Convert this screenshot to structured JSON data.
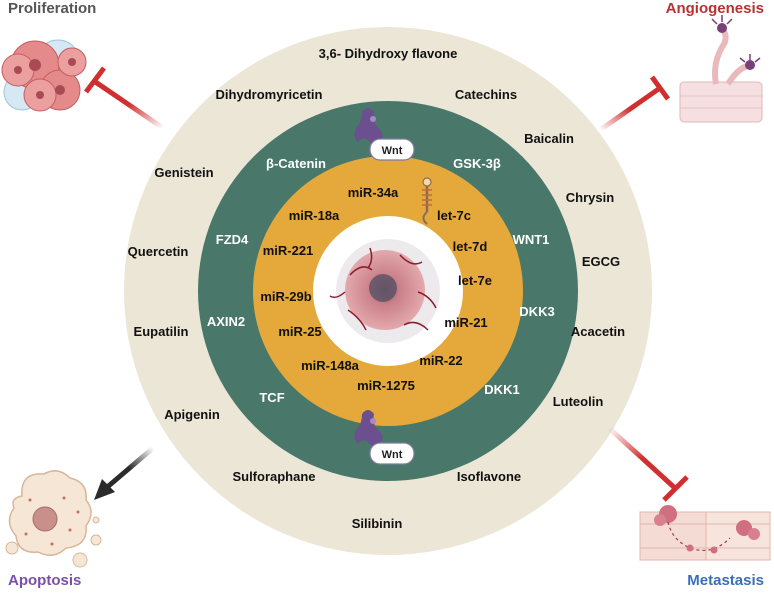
{
  "colors": {
    "outer_ring": "#ebe6d6",
    "middle_ring": "#49776a",
    "inner_ring": "#e5a93b",
    "center": "#ffffff",
    "inhibit": "#d12f2f",
    "promote": "#2b2b2b",
    "proliferation": "#555555",
    "angiogenesis": "#b83232",
    "apoptosis": "#7a50a8",
    "metastasis": "#3a6fb8"
  },
  "corners": {
    "proliferation": "Proliferation",
    "angiogenesis": "Angiogenesis",
    "apoptosis": "Apoptosis",
    "metastasis": "Metastasis"
  },
  "outer_labels": [
    "3,6- Dihydroxy flavone",
    "Dihydromyricetin",
    "Catechins",
    "Baicalin",
    "Genistein",
    "Chrysin",
    "Quercetin",
    "EGCG",
    "Eupatilin",
    "Acacetin",
    "Apigenin",
    "Luteolin",
    "Sulforaphane",
    "Isoflavone",
    "Silibinin"
  ],
  "middle_labels": [
    "β-Catenin",
    "GSK-3β",
    "FZD4",
    "WNT1",
    "AXIN2",
    "DKK3",
    "TCF",
    "DKK1"
  ],
  "inner_labels": [
    "miR-34a",
    "let-7c",
    "miR-18a",
    "let-7d",
    "miR-221",
    "let-7e",
    "miR-29b",
    "miR-21",
    "miR-25",
    "miR-22",
    "miR-148a",
    "miR-1275"
  ],
  "wnt": {
    "top": "Wnt",
    "bottom": "Wnt"
  },
  "icons": {
    "center": "tumor-cell-icon",
    "top_receptor": "wnt-receptor-icon",
    "bottom_receptor": "wnt-receptor-icon",
    "mirna": "mirna-hairpin-icon",
    "proliferation": "cell-cluster-icon",
    "angiogenesis": "blood-vessel-icon",
    "apoptosis": "apoptotic-cell-icon",
    "metastasis": "metastasis-vessel-icon"
  }
}
